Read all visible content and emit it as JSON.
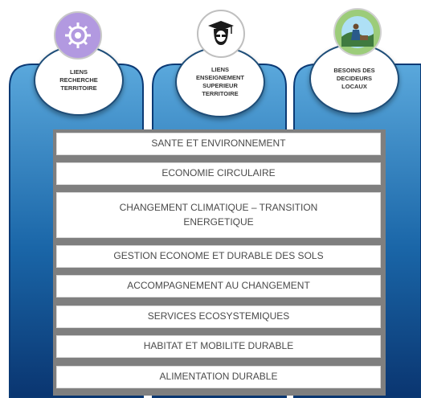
{
  "colors": {
    "pillar_top": "#4f9fd6",
    "pillar_bottom": "#0c3f7c",
    "bar_border": "#7f7f7f",
    "icon1_bg": "#b299e0",
    "icon2_bg": "#ffffff",
    "icon3_bg": "#5a8a5a"
  },
  "bubbles": [
    {
      "label": "LIENS\nRECHERCHE\nTERRITOIRE",
      "icon": "gear-brain-icon"
    },
    {
      "label": "LIENS\nENSEIGNEMENT\nSUPERIEUR\nTERRITOIRE",
      "icon": "graduate-student-icon"
    },
    {
      "label": "BESOINS  DES\nDECIDEURS\nLOCAUX",
      "icon": "decision-maker-landscape-icon"
    }
  ],
  "themes": [
    "SANTE ET ENVIRONNEMENT",
    "ECONOMIE CIRCULAIRE",
    "CHANGEMENT CLIMATIQUE – TRANSITION\nENERGETIQUE",
    "GESTION ECONOME ET DURABLE DES SOLS",
    "ACCOMPAGNEMENT AU CHANGEMENT",
    "SERVICES ECOSYSTEMIQUES",
    "HABITAT ET MOBILITE DURABLE",
    "ALIMENTATION DURABLE"
  ]
}
